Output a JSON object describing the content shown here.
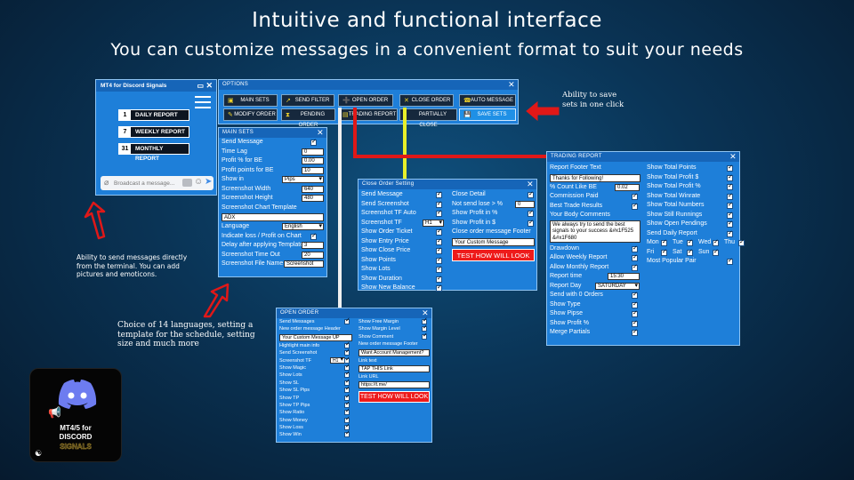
{
  "headline": "Intuitive and functional interface",
  "subhead": "You can customize messages in a convenient format to suit your needs",
  "discord": {
    "title": "MT4 for Discord Signals",
    "reports": [
      {
        "num": "1",
        "label": "DAILY REPORT"
      },
      {
        "num": "7",
        "label": "WEEKLY REPORT"
      },
      {
        "num": "31",
        "label": "MONTHLY REPORT"
      }
    ],
    "broadcast_placeholder": "Broadcast a message..."
  },
  "note_terminal": "Ability to send messages directly from the terminal. You can add pictures and emoticons.",
  "note_languages": "Choice of 14 languages, setting a template for the schedule, setting size and much more",
  "note_save": "Ability to save sets in one click",
  "options": {
    "title": "OPTIONS",
    "buttons": [
      "MAIN SETS",
      "SEND FILTER",
      "OPEN ORDER",
      "CLOSE ORDER",
      "AUTO MESSAGE",
      "MODIFY ORDER",
      "PENDING ORDER",
      "TRADING REPORT",
      "PARTIALLY CLOSE",
      "SAVE SETS"
    ]
  },
  "main_sets": {
    "title": "MAIN SETS",
    "send_message": "Send Message",
    "time_lag": "Time Lag",
    "time_lag_val": "0",
    "profit_pct": "Profit % for BE",
    "profit_pct_val": "0.00",
    "profit_pts": "Profit points for BE",
    "profit_pts_val": "10",
    "show_in": "Show in",
    "show_in_val": "Pips",
    "ss_width": "Screenshot Width",
    "ss_width_val": "640",
    "ss_height": "Screenshot Height",
    "ss_height_val": "480",
    "chart_template": "Screenshot Chart Template",
    "chart_template_val": "ADX",
    "language": "Language",
    "language_val": "English",
    "indicate_loss": "Indicate loss / Profit on Chart",
    "delay": "Delay after applying Template",
    "delay_val": "3",
    "ss_timeout": "Screenshot Time Out",
    "ss_timeout_val": "20",
    "ss_file": "Screenshot File Name",
    "ss_file_val": "Screenshot"
  },
  "close_order": {
    "title": "Close Order Setting",
    "left": [
      "Send Message",
      "Send Screenshot",
      "Screenshot TF Auto",
      "Screenshot TF",
      "Show Order Ticket",
      "Show Entry Price",
      "Show Close Price",
      "Show Points",
      "Show Lots",
      "Show Duration",
      "Show New Balance"
    ],
    "tf_val": "H1",
    "right_detail": "Close Detail",
    "not_send_lose": "Not send lose > %",
    "not_send_lose_val": "0",
    "show_profit_pct": "Show Profit in %",
    "show_profit_usd": "Show Profit in $",
    "footer_label": "Close order message Footer",
    "footer_val": "Your Custom Message",
    "test_btn": "TEST HOW WILL LOOK"
  },
  "open_order": {
    "title": "OPEN ORDER",
    "send_messages": "Send Messages",
    "header_label": "New order message Header",
    "header_val": "Your Custom Message UP",
    "left_rest": [
      "Highlight main info",
      "Send Screenshot",
      "Screenshot TF",
      "Show Magic",
      "Show Lots",
      "Show SL",
      "Show SL Pips",
      "Show TP",
      "Show TP Pips",
      "Show Ratio",
      "Show Money",
      "Show Loss",
      "Show Win"
    ],
    "tf_val": "H1",
    "right_top": [
      "Show Free Margin",
      "Show Margin Level",
      "Show Comment"
    ],
    "footer_label": "New order message Footer",
    "footer_val": "Want Account Management?",
    "link_text_label": "Link text",
    "link_text_val": "TAP THIS Link",
    "link_url_label": "Link URL",
    "link_url_val": "https://t.me/",
    "test_btn": "TEST HOW WILL LOOK"
  },
  "trading_report": {
    "title": "TRADING REPORT",
    "footer_label": "Report Footer Text",
    "footer_val": "Thanks for Following!",
    "count_be": "% Count Like BE",
    "count_be_val": "0.02",
    "commission": "Commission Paid",
    "best_trade": "Best Trade Results",
    "body_label": "Your Body Comments",
    "body_val": "We always try to send the best signals to your success &#x1F525 &#x1F680",
    "left_rest": [
      "Drawdown",
      "Allow Weekly Report",
      "Allow Monthly Report"
    ],
    "report_time": "Report time",
    "report_time_val": "15:30",
    "report_day": "Report Day",
    "report_day_val": "SATURDAY",
    "left_tail": [
      "Send with 0 Orders",
      "Show Type",
      "Show Pipse",
      "Show Profit %",
      "Merge Partials"
    ],
    "right": [
      "Show Total Points",
      "Show Total Profit $",
      "Show Total Profit %",
      "Show Total Winrate",
      "Show Total Numbers",
      "Show Still Runnings",
      "Show Open Pendings",
      "Send Daily Report"
    ],
    "days1": [
      "Mon",
      "Tue",
      "Wed",
      "Thu"
    ],
    "days2": [
      "Fri",
      "Sat",
      "Sun"
    ],
    "popular": "Most Popular Pair"
  },
  "logo": {
    "line1": "MT4/5 for",
    "line2": "DISCORD",
    "line3": "SIGNALS"
  }
}
